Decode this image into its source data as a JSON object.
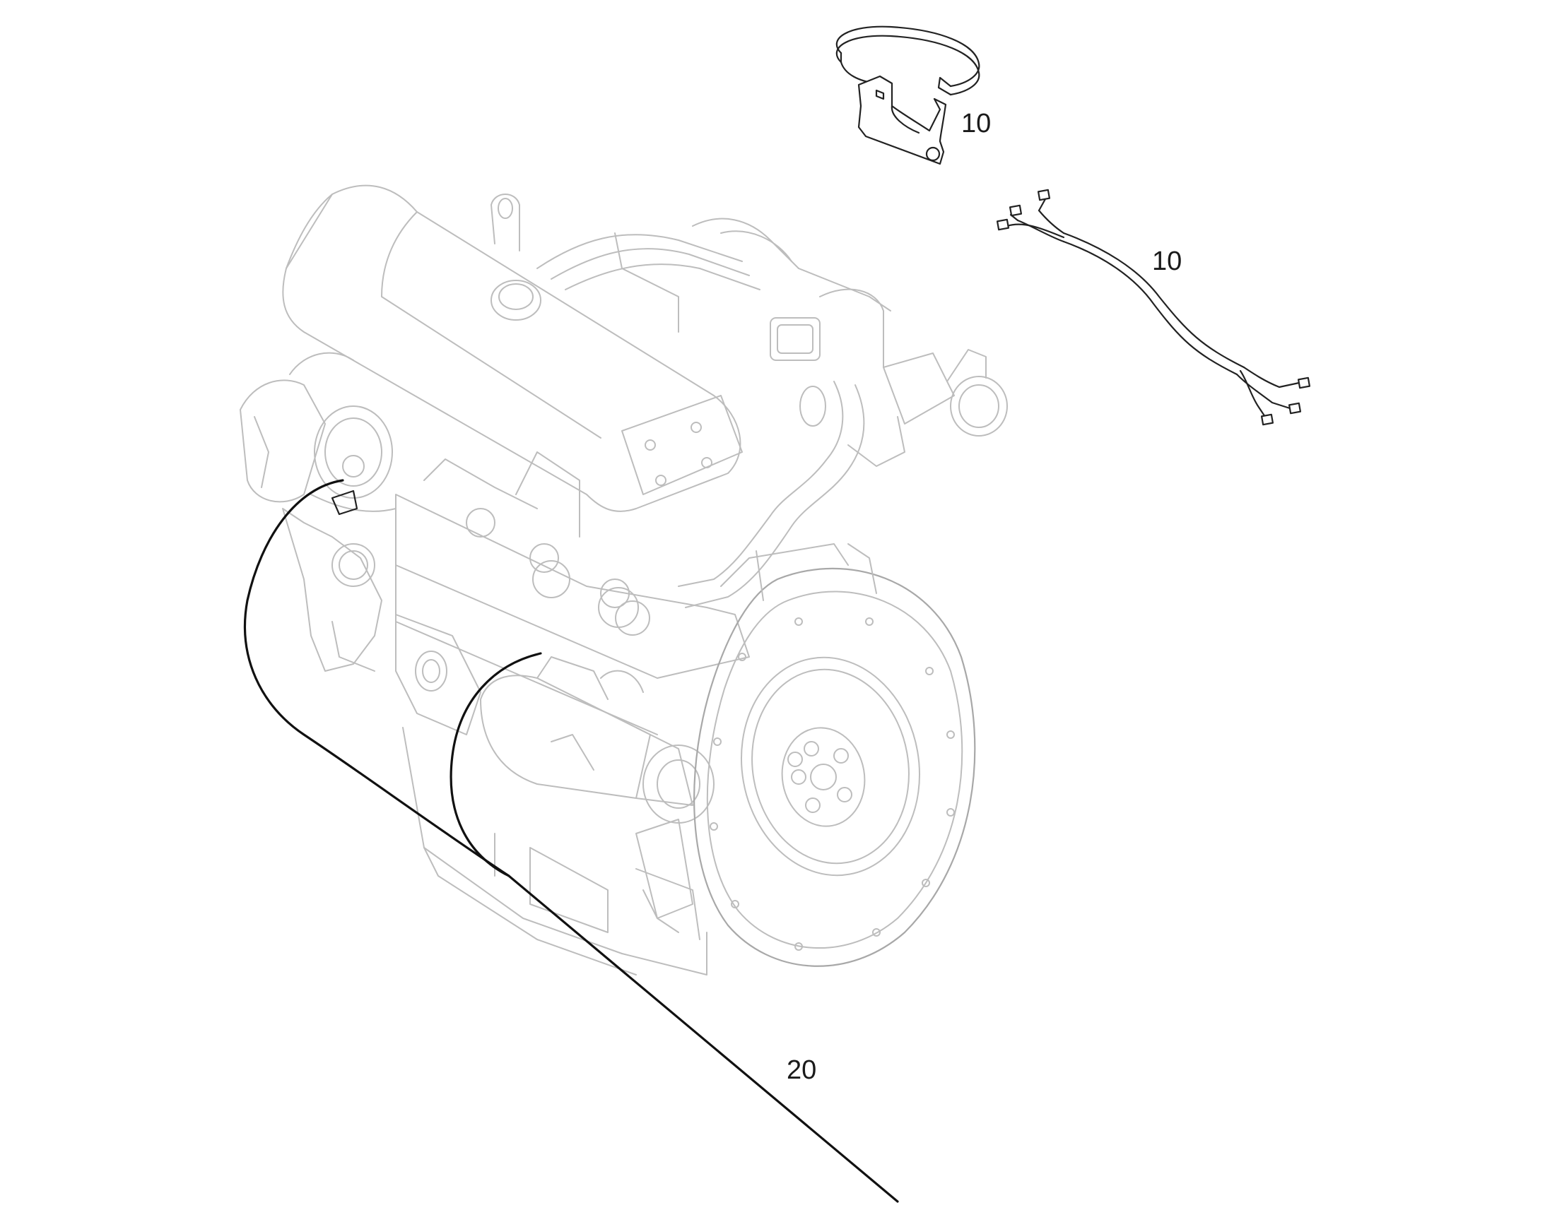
{
  "diagram": {
    "callouts": [
      {
        "id": "clamp",
        "label": "10"
      },
      {
        "id": "harness",
        "label": "10"
      },
      {
        "id": "wiring-run",
        "label": "20"
      }
    ]
  },
  "colors": {
    "engine_outline": "#bdbdbd",
    "part_outline": "#222222",
    "leader": "#111111",
    "background": "#ffffff"
  }
}
